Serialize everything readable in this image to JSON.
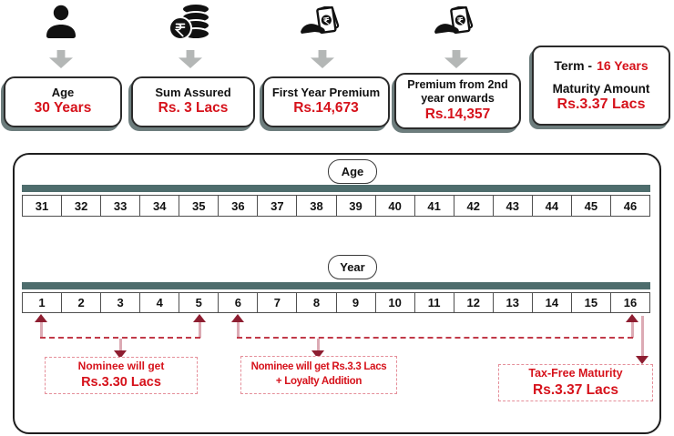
{
  "cards": [
    {
      "icon": "person-icon",
      "label": "Age",
      "value": "30 Years"
    },
    {
      "icon": "rupee-coins-icon",
      "label": "Sum Assured",
      "value": "Rs. 3 Lacs"
    },
    {
      "icon": "hand-money-icon",
      "label": "First Year Premium",
      "value": "Rs.14,673"
    },
    {
      "icon": "hand-money-icon",
      "label": "Premium from 2nd year onwards",
      "value": "Rs.14,357"
    }
  ],
  "term_card": {
    "term_label": "Term  -",
    "term_value": "16 Years",
    "maturity_label": "Maturity Amount",
    "maturity_value": "Rs.3.37 Lacs"
  },
  "timeline": {
    "age_label": "Age",
    "ages": [
      "31",
      "32",
      "33",
      "34",
      "35",
      "36",
      "37",
      "38",
      "39",
      "40",
      "41",
      "42",
      "43",
      "44",
      "45",
      "46"
    ],
    "year_label": "Year",
    "years": [
      "1",
      "2",
      "3",
      "4",
      "5",
      "6",
      "7",
      "8",
      "9",
      "10",
      "11",
      "12",
      "13",
      "14",
      "15",
      "16"
    ],
    "annotations": [
      {
        "line1": "Nominee will get",
        "line2": "Rs.3.30 Lacs"
      },
      {
        "line1": "Nominee will get Rs.3.3 Lacs",
        "line2": "+ Loyalty Addition"
      },
      {
        "line1": "Tax-Free Maturity",
        "line2": "Rs.3.37 Lacs"
      }
    ]
  },
  "colors": {
    "accent_red": "#d6121b",
    "teal_bar": "#4e6d6d",
    "gray_arrow": "#b4b7b6",
    "arrow_shaft_pink": "#dcaab4",
    "arrow_head_maroon": "#8e1e31",
    "dashed_line_red": "#c13a49",
    "note_border_pink": "#e58f9a",
    "card_shadow": "#48605c",
    "icon_black": "#111111"
  }
}
